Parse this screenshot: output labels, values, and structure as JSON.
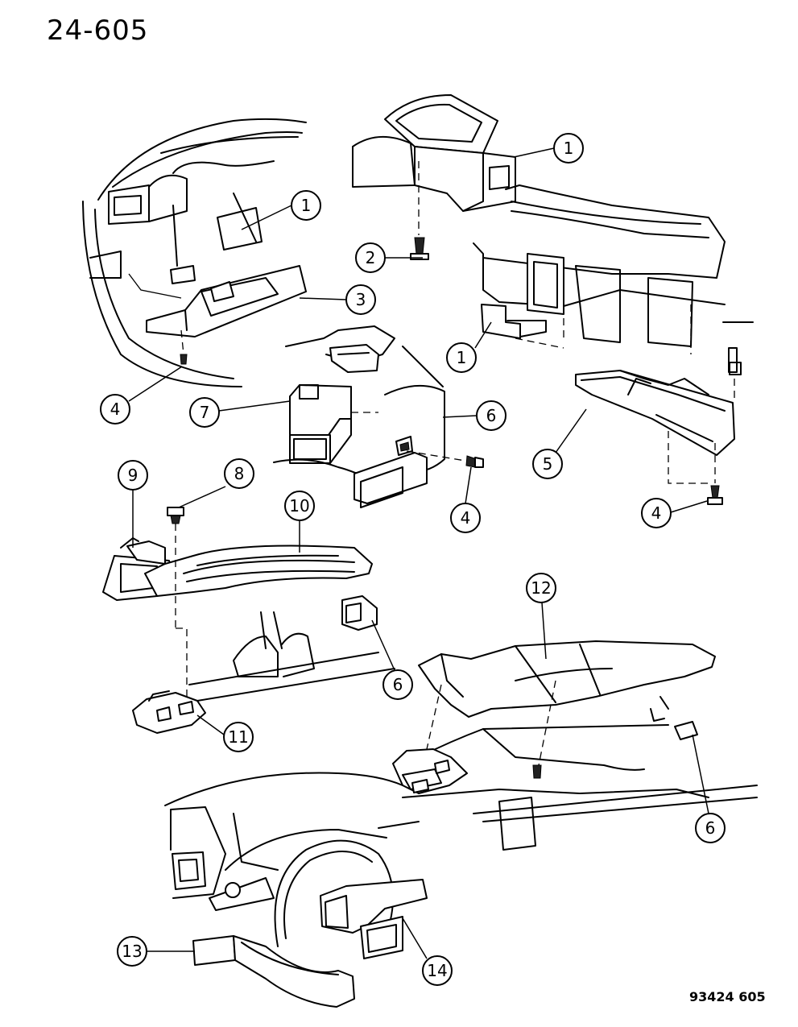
{
  "page": {
    "number": "24-605",
    "drawing_code": "93424 605"
  },
  "callouts": [
    {
      "label": "1"
    },
    {
      "label": "1"
    },
    {
      "label": "2"
    },
    {
      "label": "3"
    },
    {
      "label": "1"
    },
    {
      "label": "4"
    },
    {
      "label": "7"
    },
    {
      "label": "6"
    },
    {
      "label": "5"
    },
    {
      "label": "9"
    },
    {
      "label": "8"
    },
    {
      "label": "10"
    },
    {
      "label": "4"
    },
    {
      "label": "4"
    },
    {
      "label": "12"
    },
    {
      "label": "6"
    },
    {
      "label": "11"
    },
    {
      "label": "6"
    },
    {
      "label": "13"
    },
    {
      "label": "14"
    }
  ]
}
